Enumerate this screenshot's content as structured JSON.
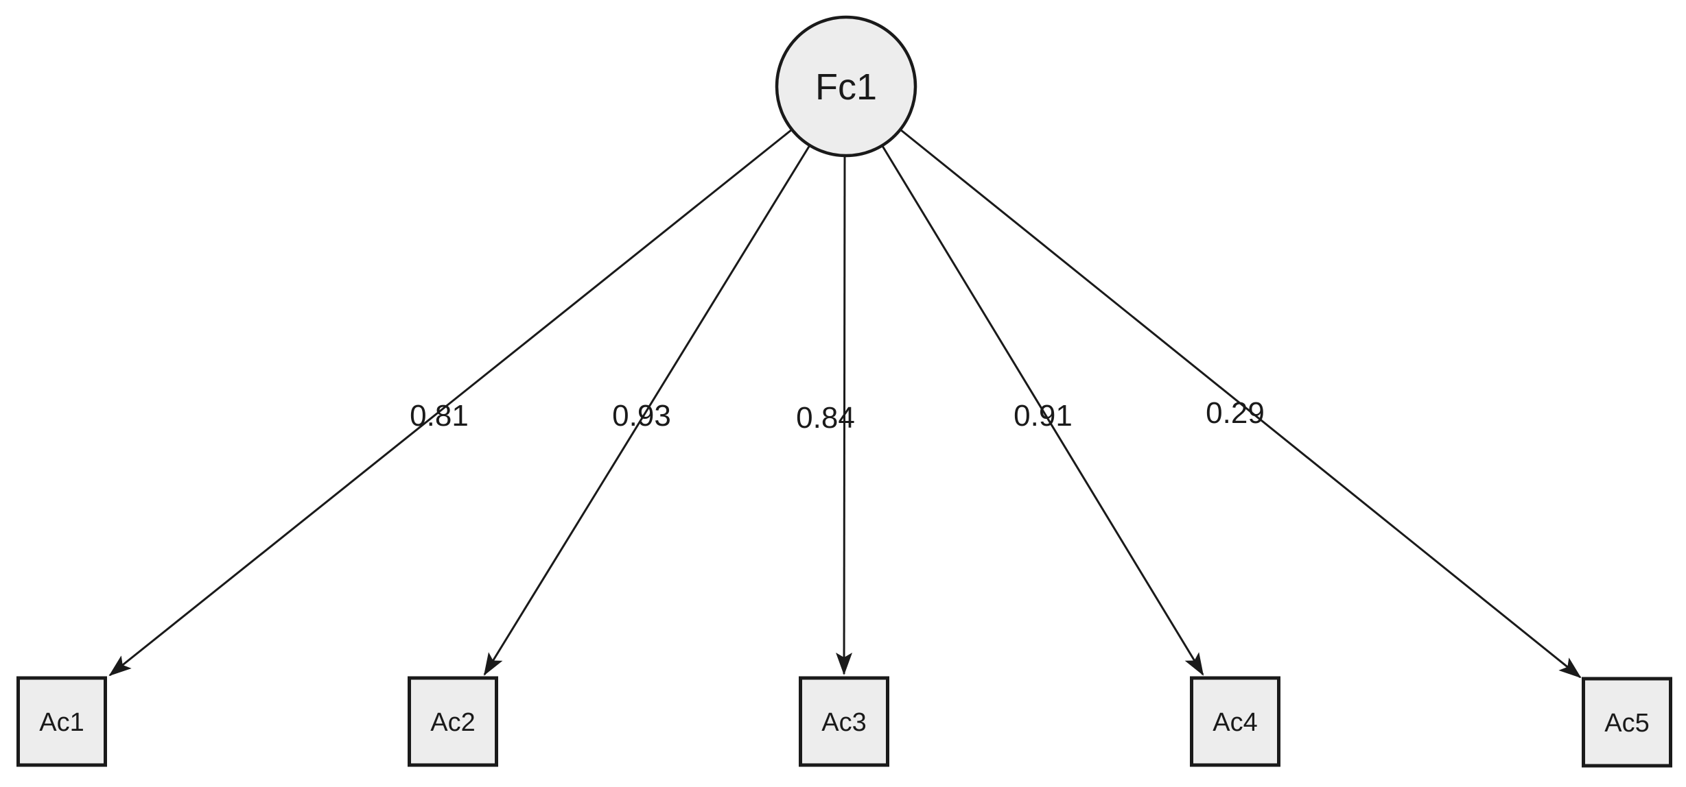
{
  "diagram": {
    "type": "factor-loading-path-diagram",
    "factor": {
      "label": "Fc1",
      "shape": "circle"
    },
    "indicators": [
      {
        "label": "Ac1",
        "shape": "square"
      },
      {
        "label": "Ac2",
        "shape": "square"
      },
      {
        "label": "Ac3",
        "shape": "square"
      },
      {
        "label": "Ac4",
        "shape": "square"
      },
      {
        "label": "Ac5",
        "shape": "square"
      }
    ],
    "edges": [
      {
        "from": "Fc1",
        "to": "Ac1",
        "weight": "0.81",
        "arrow": "to"
      },
      {
        "from": "Fc1",
        "to": "Ac2",
        "weight": "0.93",
        "arrow": "to"
      },
      {
        "from": "Fc1",
        "to": "Ac3",
        "weight": "0.84",
        "arrow": "to"
      },
      {
        "from": "Fc1",
        "to": "Ac4",
        "weight": "0.91",
        "arrow": "to"
      },
      {
        "from": "Fc1",
        "to": "Ac5",
        "weight": "0.29",
        "arrow": "to"
      }
    ],
    "colors": {
      "node_fill": "#ededed",
      "node_stroke": "#1a1a1a",
      "edge_stroke": "#1a1a1a",
      "label_text": "#1a1a1a",
      "background": "#ffffff"
    }
  }
}
